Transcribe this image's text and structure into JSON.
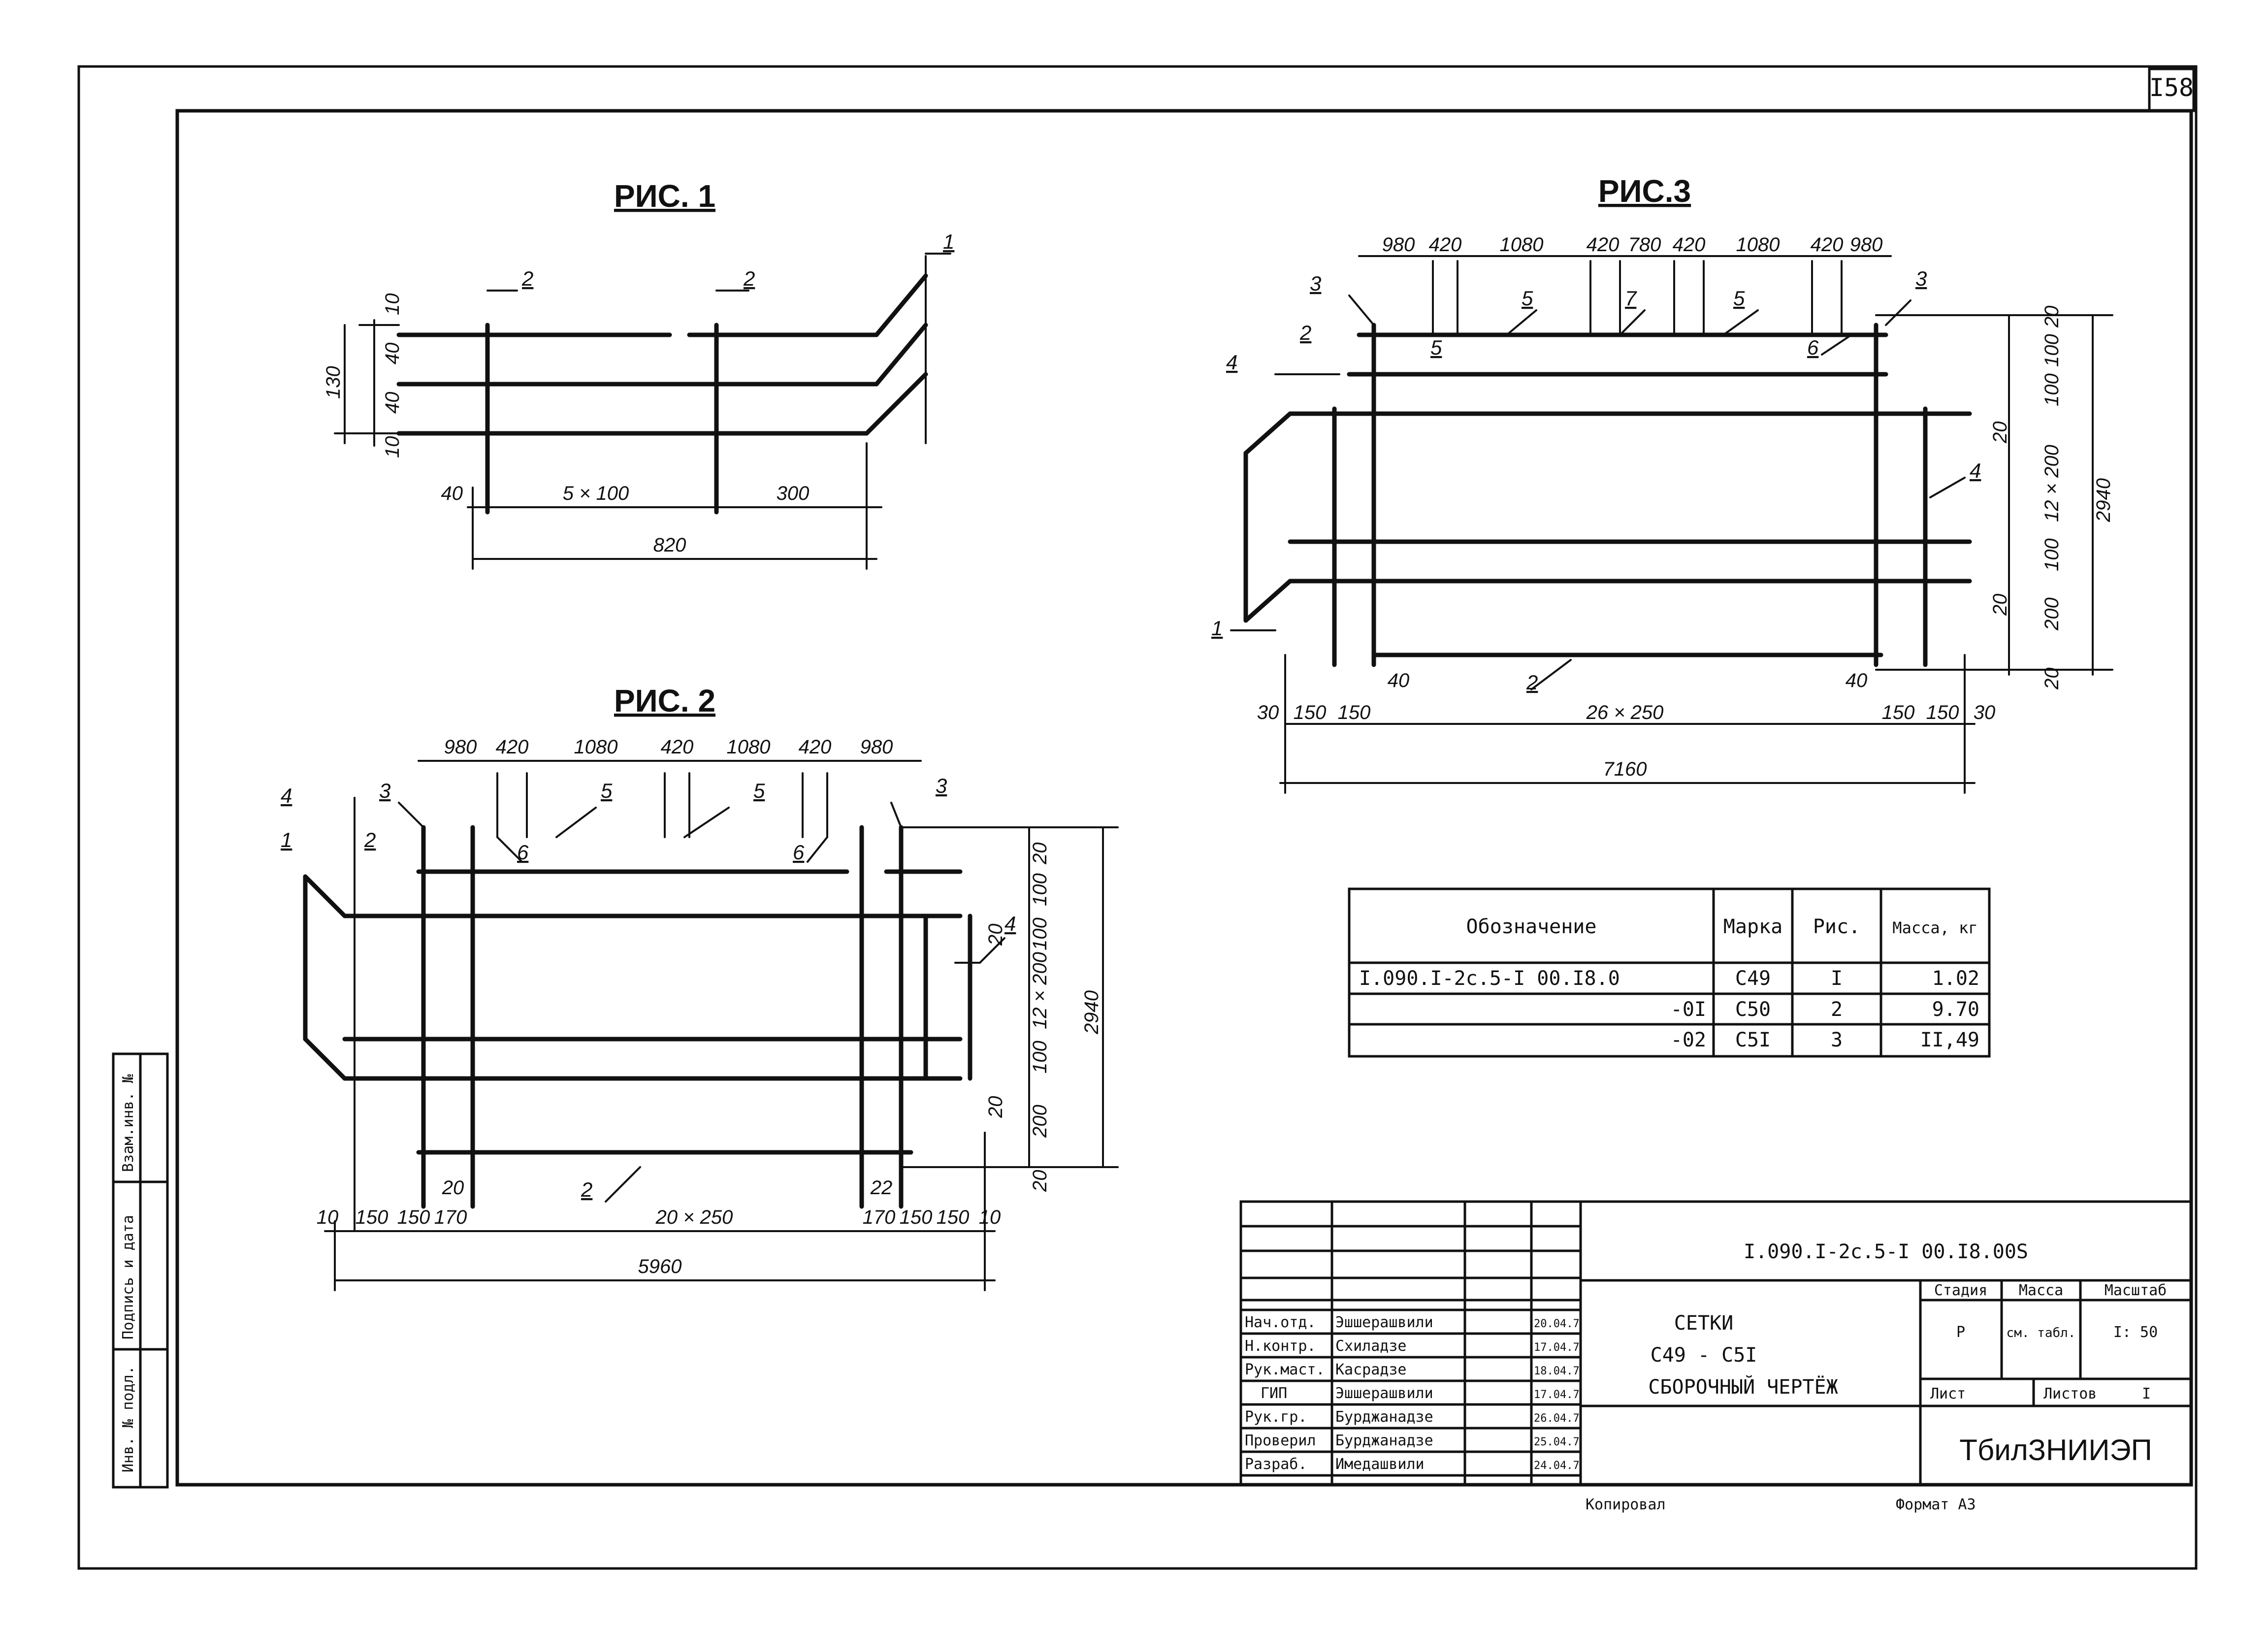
{
  "page_number": "I58",
  "figures": {
    "fig1": {
      "title": "РИС. 1",
      "labels": [
        "1",
        "2",
        "2"
      ],
      "dims_h": [
        "40",
        "5 × 100",
        "300",
        "820"
      ],
      "dims_v": [
        "10",
        "40",
        "40",
        "10",
        "130"
      ]
    },
    "fig2": {
      "title": "РИС. 2",
      "labels": [
        "4",
        "1",
        "3",
        "2",
        "5",
        "5",
        "6",
        "6",
        "3",
        "4",
        "2"
      ],
      "dims_top": [
        "980",
        "420",
        "1080",
        "420",
        "1080",
        "420",
        "980"
      ],
      "dims_bottom": [
        "10",
        "150",
        "150",
        "170",
        "20 × 250",
        "170",
        "150",
        "150",
        "10",
        "5960"
      ],
      "dims_inner": [
        "20",
        "22"
      ],
      "dims_right": [
        "20",
        "100",
        "100",
        "12 × 200",
        "100",
        "200",
        "20",
        "2940"
      ],
      "dims_right_small": [
        "20",
        "20"
      ]
    },
    "fig3": {
      "title": "РИС.3",
      "labels": [
        "3",
        "2",
        "4",
        "1",
        "5",
        "5",
        "7",
        "5",
        "6",
        "3",
        "4",
        "2"
      ],
      "dims_top": [
        "980",
        "420",
        "1080",
        "420",
        "780",
        "420",
        "1080",
        "420",
        "980"
      ],
      "dims_bottom": [
        "30",
        "150",
        "150",
        "26 × 250",
        "150",
        "150",
        "30",
        "7160"
      ],
      "dims_inner": [
        "40",
        "40"
      ],
      "dims_right": [
        "20",
        "100",
        "100",
        "12 × 200",
        "100",
        "200",
        "20",
        "2940"
      ],
      "dims_right_small": [
        "20",
        "20"
      ]
    }
  },
  "spec_table": {
    "headers": [
      "Обозначение",
      "Марка",
      "Рис.",
      "Масса, кг"
    ],
    "rows": [
      {
        "designation": "I.090.I-2с.5-I  00.I8.0",
        "mark": "С49",
        "fig": "I",
        "mass": "1.02"
      },
      {
        "designation": "-0I",
        "mark": "С50",
        "fig": "2",
        "mass": "9.70"
      },
      {
        "designation": "-02",
        "mark": "С5I",
        "fig": "3",
        "mass": "II,49"
      }
    ]
  },
  "title_block": {
    "doc_code": "I.090.I-2с.5-I  00.I8.00S",
    "title_lines": [
      "СЕТКИ",
      "С49 - С5I",
      "СБОРОЧНЫЙ ЧЕРТЁЖ"
    ],
    "stage_header": "Стадия",
    "mass_header": "Масса",
    "scale_header": "Масштаб",
    "stage": "Р",
    "mass": "см. табл.",
    "scale": "I: 50",
    "sheet_label": "Лист",
    "sheets_label": "Листов",
    "sheets": "I",
    "org": "ТбилЗНИИЭП",
    "signatures": [
      {
        "role": "Нач.отд.",
        "name": "Эшшерашвили",
        "date": "20.04.7"
      },
      {
        "role": "Н.контр.",
        "name": "Схиладзе",
        "date": "17.04.7"
      },
      {
        "role": "Рук.маст.",
        "name": "Касрадзе",
        "date": "18.04.7"
      },
      {
        "role": "ГИП",
        "name": "Эшшерашвили",
        "date": "17.04.7"
      },
      {
        "role": "Рук.гр.",
        "name": "Бурджанадзе",
        "date": "26.04.7"
      },
      {
        "role": "Проверил",
        "name": "Бурджанадзе",
        "date": "25.04.7"
      },
      {
        "role": "Разраб.",
        "name": "Имедашвили",
        "date": "24.04.7"
      }
    ],
    "copied_label": "Копировал",
    "format_label": "Формат А3"
  },
  "side_stamp": [
    "Инв. № подл.",
    "Подпись и дата",
    "Взам.инв. №"
  ]
}
